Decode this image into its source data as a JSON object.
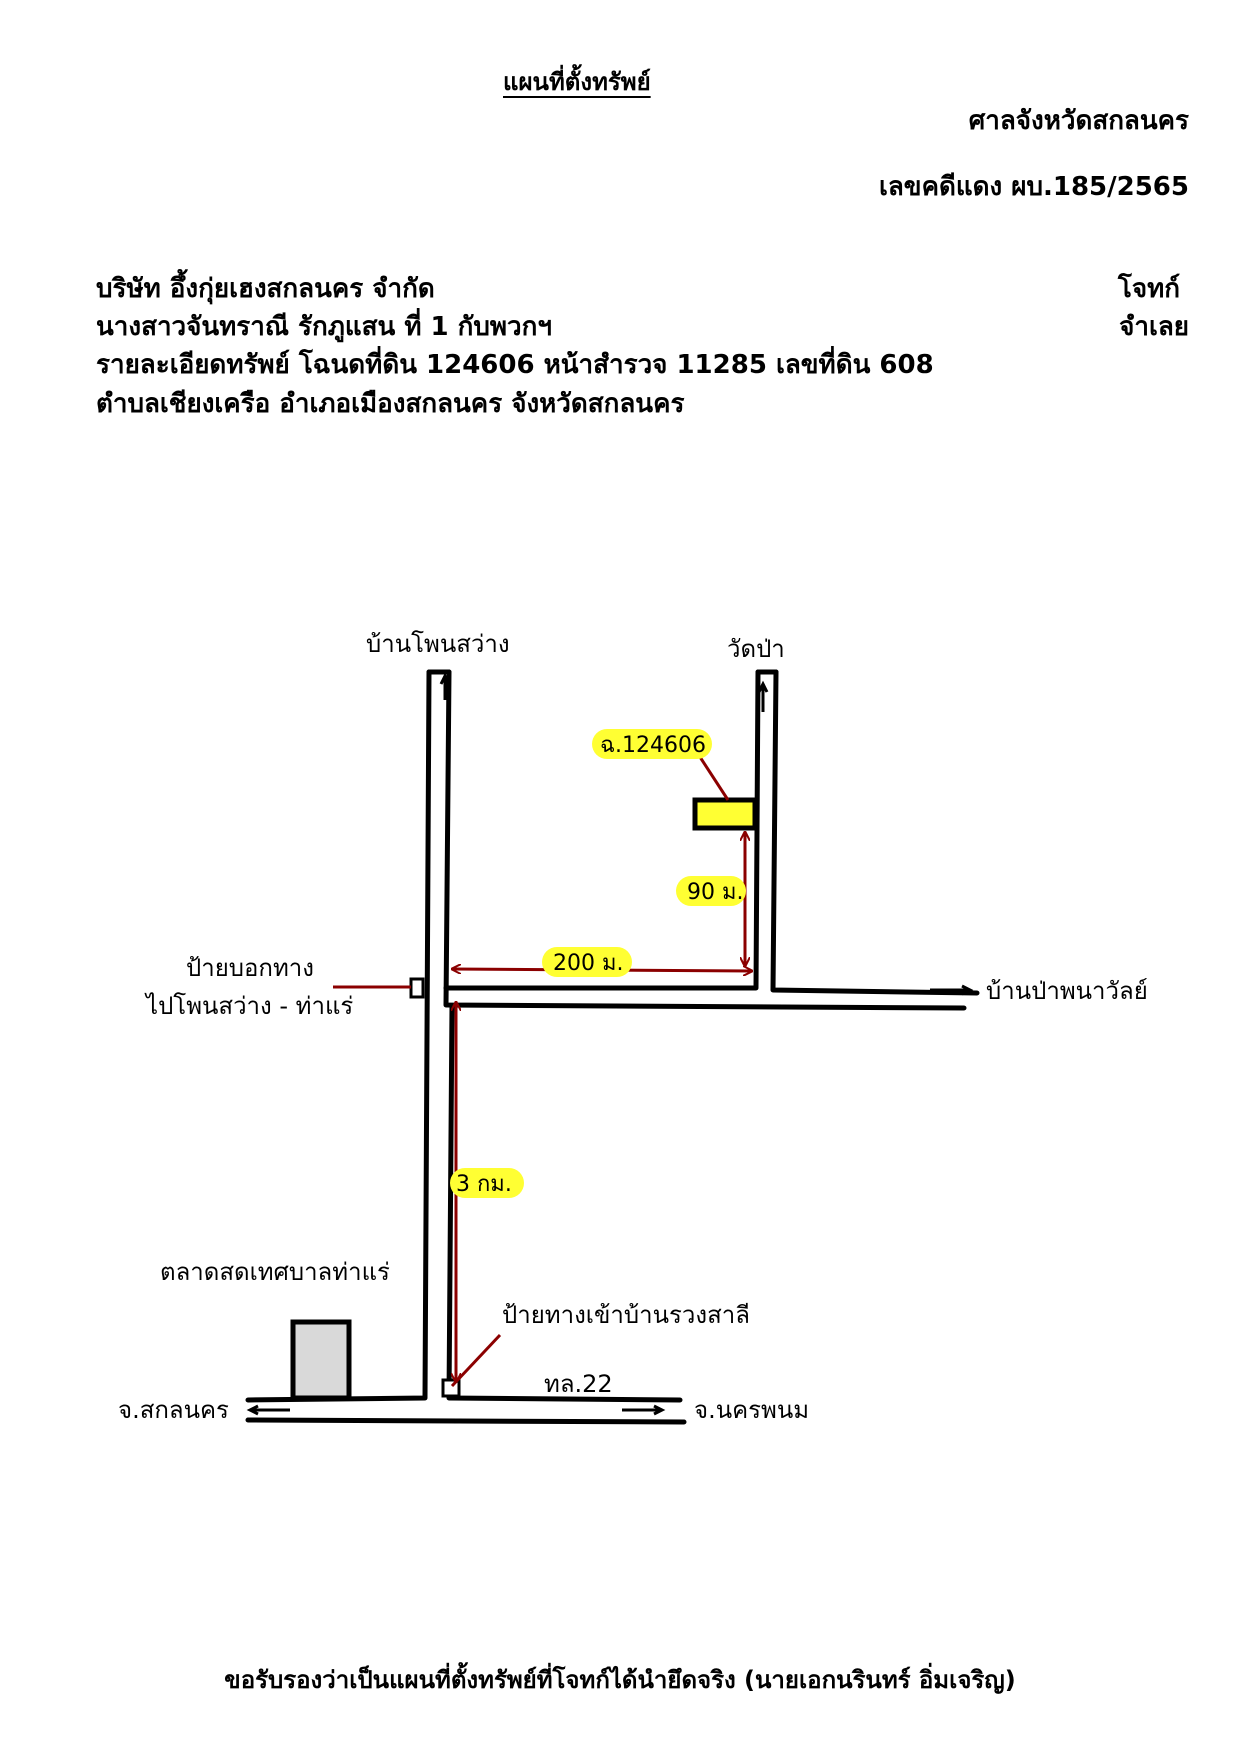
{
  "header": {
    "title": "แผนที่ตั้งทรัพย์",
    "court": "ศาลจังหวัดสกลนคร",
    "case_number": "เลขคดีแดง ผบ.185/2565"
  },
  "parties": {
    "plaintiff_name": "บริษัท อึ้งกุ่ยเฮงสกลนคร จำกัด",
    "plaintiff_role": "โจทก์",
    "defendant_name": "นางสาวจันทราณี รักภูแสน ที่ 1 กับพวกฯ",
    "defendant_role": "จำเลย"
  },
  "property": {
    "detail_line1": "รายละเอียดทรัพย์ โฉนดที่ดิน 124606 หน้าสำรวจ 11285 เลขที่ดิน 608",
    "detail_line2": "ตำบลเชียงเครือ อำเภอเมืองสกลนคร จังหวัดสกลนคร"
  },
  "map": {
    "place_north_road": "บ้านโพนสว่าง",
    "place_temple": "วัดป่า",
    "deed_label": "ฉ.124606",
    "distance_to_plot": "90 ม.",
    "distance_east": "200 ม.",
    "distance_south": "3 กม.",
    "place_east": "บ้านป่าพนาวัลย์",
    "sign_label_line1": "ป้ายบอกทาง",
    "sign_label_line2": "ไปโพนสว่าง - ท่าแร่",
    "market_label": "ตลาดสดเทศบาลท่าแร่",
    "village_sign_label": "ป้ายทางเข้าบ้านรวงสาลี",
    "highway_label": "ทล.22",
    "west_destination": "จ.สกลนคร",
    "east_destination": "จ.นครพนม",
    "colors": {
      "highlight": "#ffff33",
      "plot_fill": "#ffff33",
      "measure_arrow": "#8b0000",
      "market_fill": "#d9d9d9"
    }
  },
  "footer": {
    "certification": "ขอรับรองว่าเป็นแผนที่ตั้งทรัพย์ที่โจทก์ได้นำยึดจริง (นายเอกนรินทร์ อิ่มเจริญ)"
  }
}
